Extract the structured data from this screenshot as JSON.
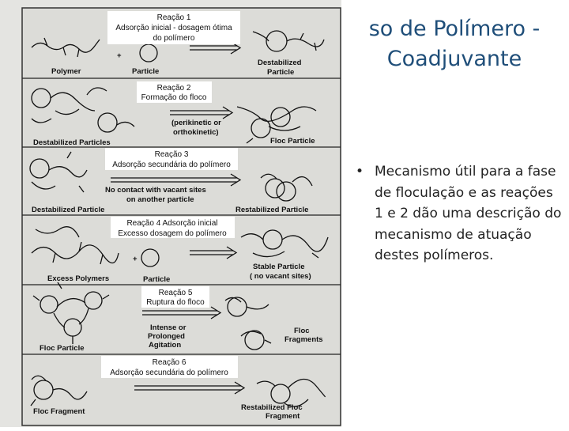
{
  "slide": {
    "title_line1": "so de Polímero -",
    "title_line2": "Coadjuvante",
    "bullet": "Mecanismo útil para a fase de floculação e as reações 1 e 2 dão uma descrição do mecanismo de atuação destes polímeros.",
    "bullet_symbol": "•"
  },
  "figure": {
    "captions": [
      [
        "Reação 1",
        "Adsorção inicial - dosagem ótima",
        "do polímero"
      ],
      [
        "Reação 2",
        "Formação do floco"
      ],
      [
        "Reação 3",
        "Adsorção secundária do polímero"
      ],
      [
        "Reação 4 Adsorção inicial",
        "Excesso dosagem do polímero"
      ],
      [
        "Reação 5",
        "Ruptura do floco"
      ],
      [
        "Reação 6",
        "Adsorção secundária do polímero"
      ]
    ],
    "labels": {
      "polymer": "Polymer",
      "particle": "Particle",
      "destabilized_particle_1": "Destabilized",
      "destabilized_particle_2": "Particle",
      "destabilized_particles": "Destabilized Particles",
      "perikinetic": "(perikinetic or",
      "orthokinetic": "orthokinetic)",
      "floc_particle": "Floc Particle",
      "destabilized_particle": "Destabilized  Particle",
      "no_contact_1": "No contact with vacant sites",
      "no_contact_2": "on another particle",
      "restabilized_particle": "Restabilized Particle",
      "excess_polymers": "Excess Polymers",
      "particle_4": "Particle",
      "stable_particle_1": "Stable Particle",
      "stable_particle_2": "( no vacant sites)",
      "floc_particle_5": "Floc Particle",
      "intense_1": "Intense or",
      "intense_2": "Prolonged",
      "intense_3": "Agitation",
      "floc_fragments_1": "Floc",
      "floc_fragments_2": "Fragments",
      "floc_fragment": "Floc Fragment",
      "restabilized_floc_1": "Restabilized Floc",
      "restabilized_floc_2": "Fragment",
      "plus": "+"
    }
  }
}
